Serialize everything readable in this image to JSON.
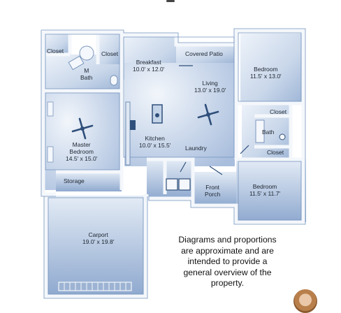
{
  "rooms": {
    "closet_tl": "Closet",
    "closet_top": "Closet",
    "m_bath_1": "M",
    "m_bath_2": "Bath",
    "breakfast": "Breakfast",
    "breakfast_dim": "10.0' x 12.0'",
    "covered_patio": "Covered Patio",
    "living": "Living",
    "living_dim": "13.0' x 19.0'",
    "bedroom_1": "Bedroom",
    "bedroom_1_dim": "11.5' x 13.0'",
    "closet_r1": "Closet",
    "bath_r": "Bath",
    "closet_r2": "Closet",
    "master_1": "Master",
    "master_2": "Bedroom",
    "master_dim": "14.5' x 15.0'",
    "kitchen": "Kitchen",
    "kitchen_dim": "10.0' x 15.5'",
    "laundry": "Laundry",
    "storage": "Storage",
    "front_porch_1": "Front",
    "front_porch_2": "Porch",
    "bedroom_2": "Bedroom",
    "bedroom_2_dim": "11.5' x 11.7'",
    "carport": "Carport",
    "carport_dim": "19.0' x 19.8'"
  },
  "note": {
    "line1": "Diagrams and proportions",
    "line2": "are approximate and are",
    "line3": "intended to provide a",
    "line4": "general overview of the",
    "line5": "property."
  },
  "colors": {
    "floor_light": "#dfe8f4",
    "floor_dark": "#9fb6d6",
    "wall": "#f4f7fb",
    "wall_edge": "#6f8fb8"
  }
}
